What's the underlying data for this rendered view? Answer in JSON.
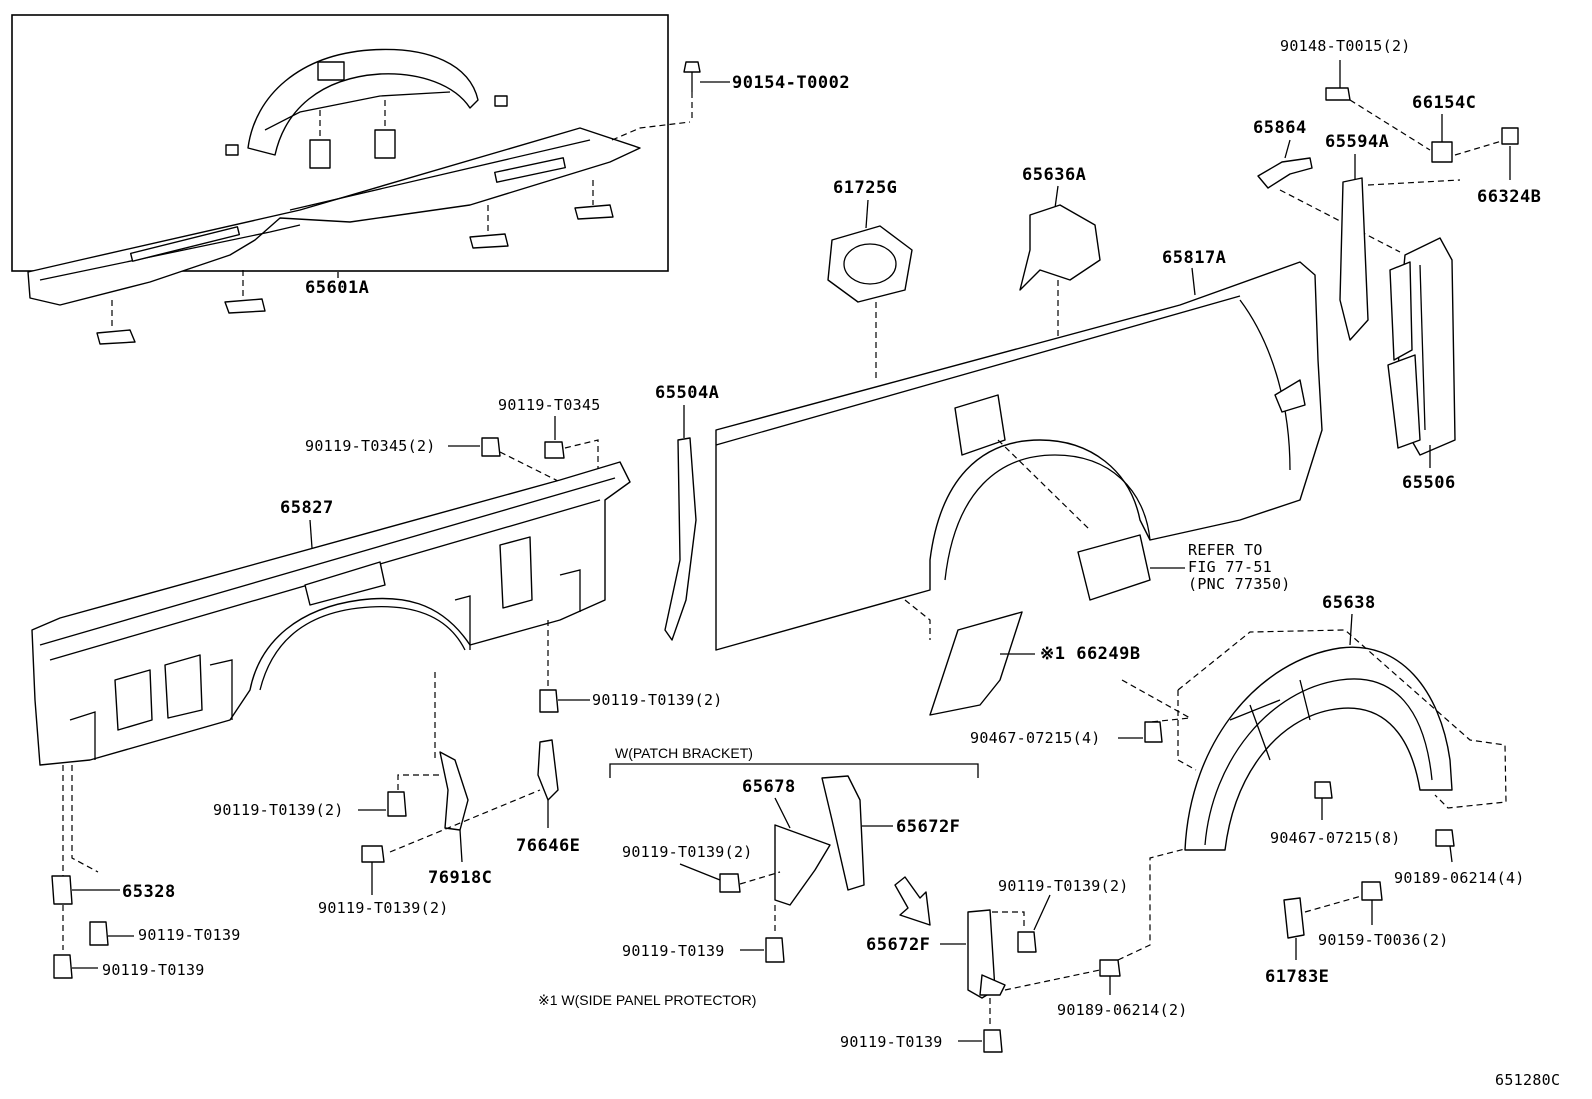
{
  "labels": {
    "p65601A": "65601A",
    "p90154": "90154-T0002",
    "p90148": "90148-T0015(2)",
    "p66154C": "66154C",
    "p65864": "65864",
    "p65594A": "65594A",
    "p66324B": "66324B",
    "p61725G": "61725G",
    "p65636A": "65636A",
    "p65817A": "65817A",
    "p65504A": "65504A",
    "p65506": "65506",
    "p90119_t0345": "90119-T0345",
    "p90119_t0345_2": "90119-T0345(2)",
    "p65827": "65827",
    "p90119_t0139_2a": "90119-T0139(2)",
    "p65638": "65638",
    "p66249B": "※1 66249B",
    "p90467_4": "90467-07215(4)",
    "p90119_t0139_2b": "90119-T0139(2)",
    "p76918C": "76918C",
    "p76646E": "76646E",
    "p90119_t0139_2c": "90119-T0139(2)",
    "p65328": "65328",
    "p90119_t0139_a": "90119-T0139",
    "p90119_t0139_b": "90119-T0139",
    "p65678": "65678",
    "p65672F_a": "65672F",
    "p90119_t0139_2d": "90119-T0139(2)",
    "p90119_t0139_c": "90119-T0139",
    "p65672F_b": "65672F",
    "p90119_t0139_2e": "90119-T0139(2)",
    "p90189_2": "90189-06214(2)",
    "p90119_t0139_d": "90119-T0139",
    "p90467_8": "90467-07215(8)",
    "p90189_4": "90189-06214(4)",
    "p90159": "90159-T0036(2)",
    "p61783E": "61783E"
  },
  "notes": {
    "refer_line1": "REFER TO",
    "refer_line2": "FIG 77-51",
    "refer_line3": "(PNC 77350)",
    "patch_bracket": "W(PATCH BRACKET)",
    "side_panel": "※1 W(SIDE PANEL PROTECTOR)",
    "figure_code": "651280C"
  }
}
